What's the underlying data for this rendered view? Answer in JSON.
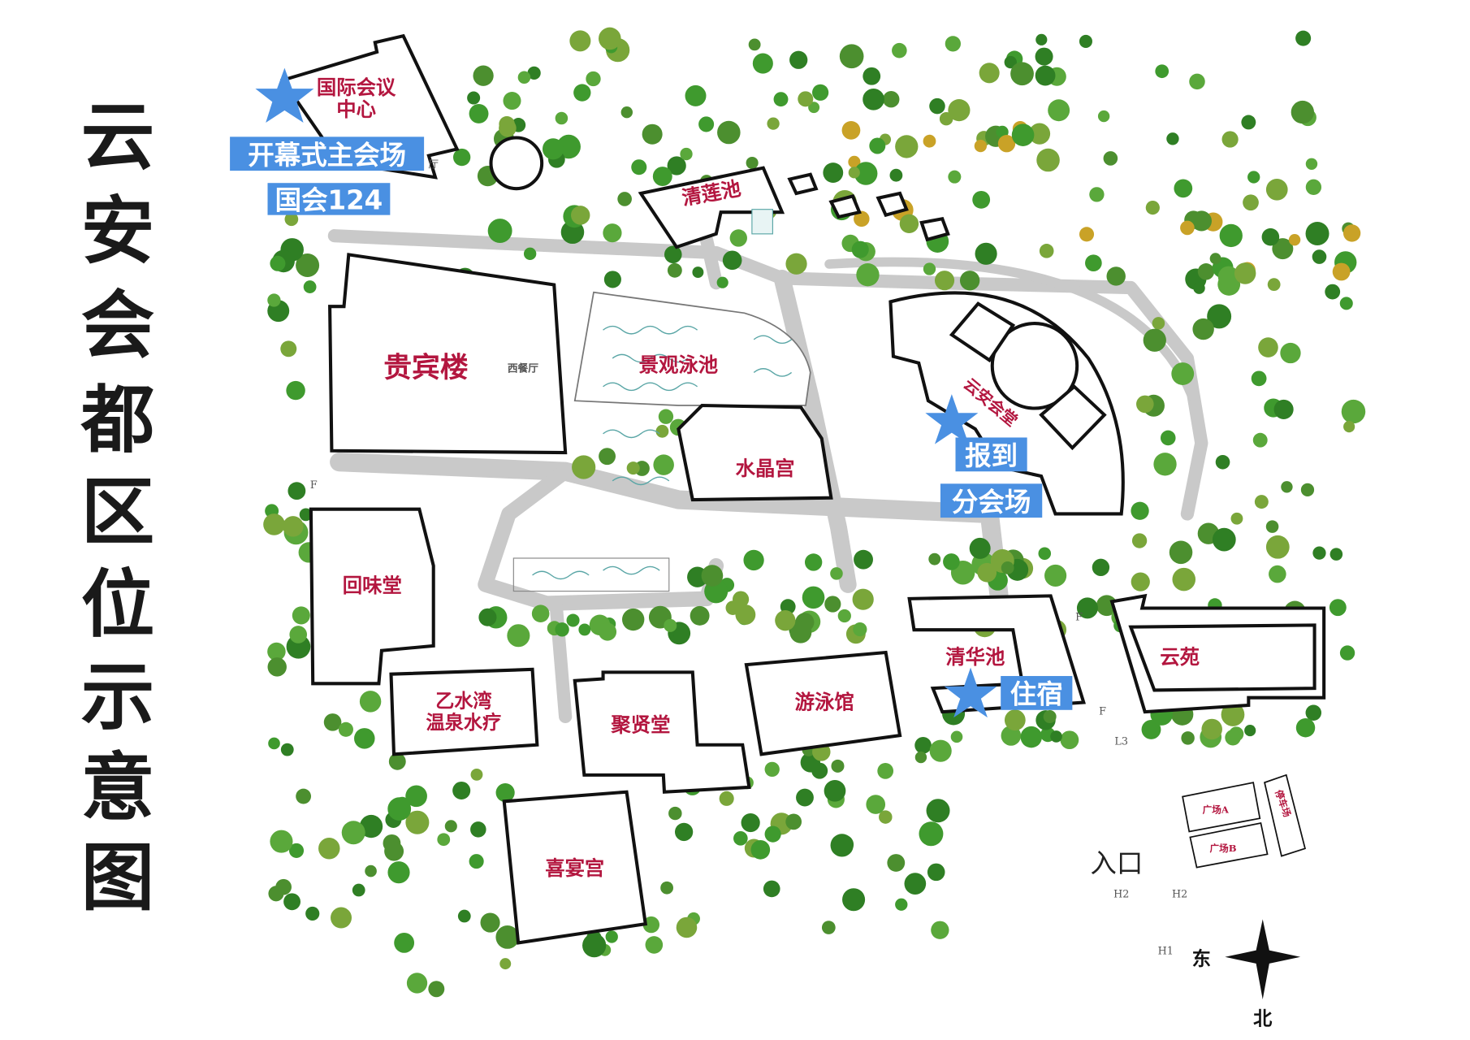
{
  "title": [
    "云",
    "安",
    "会",
    "都",
    "区",
    "位",
    "示",
    "意",
    "图"
  ],
  "buildings": {
    "intl_center_1": "国际会议",
    "intl_center_2": "中心",
    "intl_center_hall": "厅",
    "qinglian": "清莲池",
    "guibin": "贵宾楼",
    "western": "西餐厅",
    "pool": "景观泳池",
    "crystal": "水晶宫",
    "yunan_hall": "云安会堂",
    "huiwei": "回味堂",
    "spa_1": "乙水湾",
    "spa_2": "温泉水疗",
    "juxian": "聚贤堂",
    "swimming": "游泳馆",
    "qinghua": "清华池",
    "yunyuan": "云苑",
    "xiyan": "喜宴宫",
    "plaza_a": "广场A",
    "plaza_b": "广场B",
    "parking": "停车场"
  },
  "markers": {
    "opening": "开幕式主会场",
    "opening_room": "国会124",
    "checkin": "报到",
    "branch": "分会场",
    "lodging": "住宿"
  },
  "signs": {
    "entrance": "入口",
    "h2a": "H2",
    "h2b": "H2",
    "h1": "H1",
    "f1": "F",
    "f2": "F",
    "f3": "F",
    "l3": "L3"
  },
  "compass": {
    "east": "东",
    "north": "北"
  },
  "colors": {
    "label": "#b3163f",
    "marker": "#4a90e2",
    "road": "#c9c9c9",
    "tree": "#3f9a2e"
  }
}
